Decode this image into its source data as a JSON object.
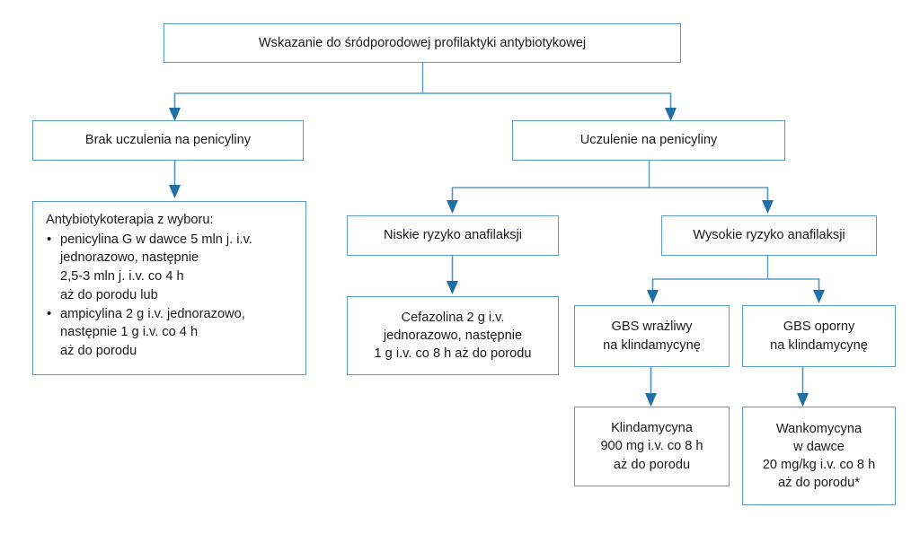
{
  "diagram": {
    "title_node": {
      "text": "Wskazanie do śródporodowej profilaktyki antybiotykowej"
    },
    "branch_no_allergy": {
      "text": "Brak uczulenia na penicyliny"
    },
    "branch_allergy": {
      "text": "Uczulenie na penicyliny"
    },
    "therapy_of_choice": {
      "title": "Antybiotykoterapia z wyboru:",
      "bullets": [
        "penicylina G w dawce 5 mln j. i.v.\njednorazowo, następnie\n2,5-3 mln j. i.v. co 4 h\naż do porodu lub",
        "ampicylina 2 g i.v. jednorazowo,\nnastępnie 1 g i.v. co 4 h\naż do porodu"
      ]
    },
    "low_risk": {
      "text": "Niskie ryzyko anafilaksji"
    },
    "high_risk": {
      "text": "Wysokie ryzyko anafilaksji"
    },
    "cefazolin": {
      "text": "Cefazolina 2 g i.v.\njednorazowo, następnie\n1 g i.v. co 8 h aż do porodu"
    },
    "gbs_sensitive": {
      "text": "GBS wrażliwy\nna klindamycynę"
    },
    "gbs_resistant": {
      "text": "GBS oporny\nna klindamycynę"
    },
    "clindamycin": {
      "text": "Klindamycyna\n900 mg i.v. co 8 h\naż do porodu"
    },
    "vancomycin": {
      "text": "Wankomycyna\nw dawce\n20 mg/kg i.v. co 8 h\naż do porodu*"
    },
    "colors": {
      "box_border": "#5b9bc4",
      "arrow_head": "#1f6fa8",
      "connector_line": "#5b9bc4",
      "text": "#1a1a1a",
      "background": "#ffffff"
    }
  }
}
